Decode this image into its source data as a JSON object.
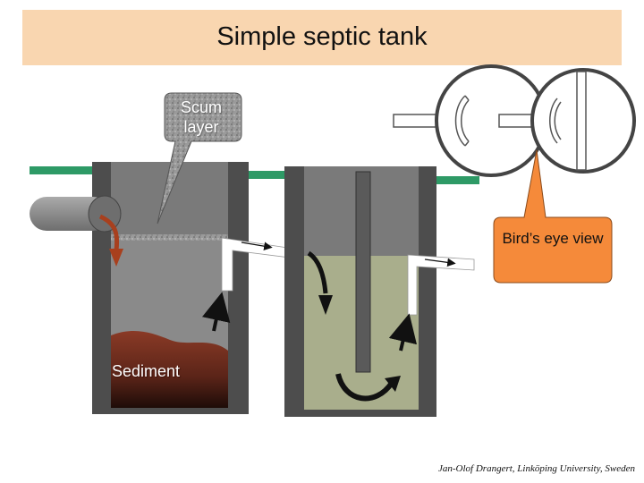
{
  "title": "Simple septic tank",
  "labels": {
    "scum_layer": "Scum layer",
    "birds_eye_view": "Bird’s eye view",
    "sediment": "Sediment"
  },
  "credit": "Jan-Olof Drangert, Linköping University, Sweden",
  "colors": {
    "title_background": "#f9d6b0",
    "tank_wall": "#555555",
    "first_chamber_liquid": "#8a8a8a",
    "second_chamber_liquid": "#a9ae8c",
    "sediment": "#7a2e1e",
    "ground_line": "#2e9a66",
    "callout_orange": "#f58a3a",
    "inflow_arrow": "#a8401e",
    "flow_arrow": "#111111"
  }
}
